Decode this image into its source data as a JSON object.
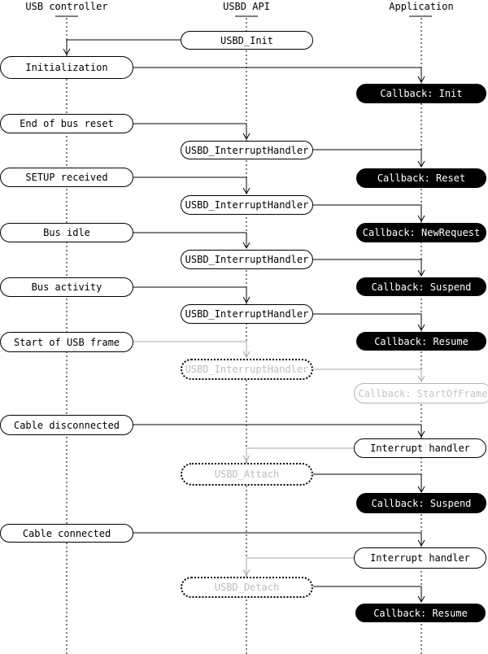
{
  "lanes": [
    {
      "label": "USB controller"
    },
    {
      "label": "USBD API"
    },
    {
      "label": "Application"
    }
  ],
  "colors": {
    "line_black": "#000000",
    "line_gray": "#a6a6a6",
    "ghost_text": "#bdbdbd",
    "ghost_border": "#b3b3b3",
    "callback_bg": "#000000",
    "callback_text": "#ffffff",
    "box_bg": "#ffffff"
  },
  "nodes": {
    "usbd_init": {
      "label": "USBD_Init"
    },
    "initialization": {
      "label": "Initialization"
    },
    "cb_init": {
      "label": "Callback: Init"
    },
    "end_bus_reset": {
      "label": "End of bus reset"
    },
    "ih1": {
      "label": "USBD_InterruptHandler"
    },
    "cb_reset": {
      "label": "Callback: Reset"
    },
    "setup_received": {
      "label": "SETUP received"
    },
    "ih2": {
      "label": "USBD_InterruptHandler"
    },
    "cb_newrequest": {
      "label": "Callback: NewRequest"
    },
    "bus_idle": {
      "label": "Bus idle"
    },
    "ih3": {
      "label": "USBD_InterruptHandler"
    },
    "cb_suspend1": {
      "label": "Callback: Suspend"
    },
    "bus_activity": {
      "label": "Bus activity"
    },
    "ih4": {
      "label": "USBD_InterruptHandler"
    },
    "cb_resume1": {
      "label": "Callback: Resume"
    },
    "start_of_frame": {
      "label": "Start of USB frame"
    },
    "ih5": {
      "label": "USBD_InterruptHandler"
    },
    "cb_startofframe": {
      "label": "Callback: StartOfFrame"
    },
    "cable_disconnected": {
      "label": "Cable disconnected"
    },
    "int_handler1": {
      "label": "Interrupt handler"
    },
    "usbd_attach": {
      "label": "USBD_Attach"
    },
    "cb_suspend2": {
      "label": "Callback: Suspend"
    },
    "cable_connected": {
      "label": "Cable connected"
    },
    "int_handler2": {
      "label": "Interrupt handler"
    },
    "usbd_detach": {
      "label": "USBD_Detach"
    },
    "cb_resume2": {
      "label": "Callback: Resume"
    }
  }
}
